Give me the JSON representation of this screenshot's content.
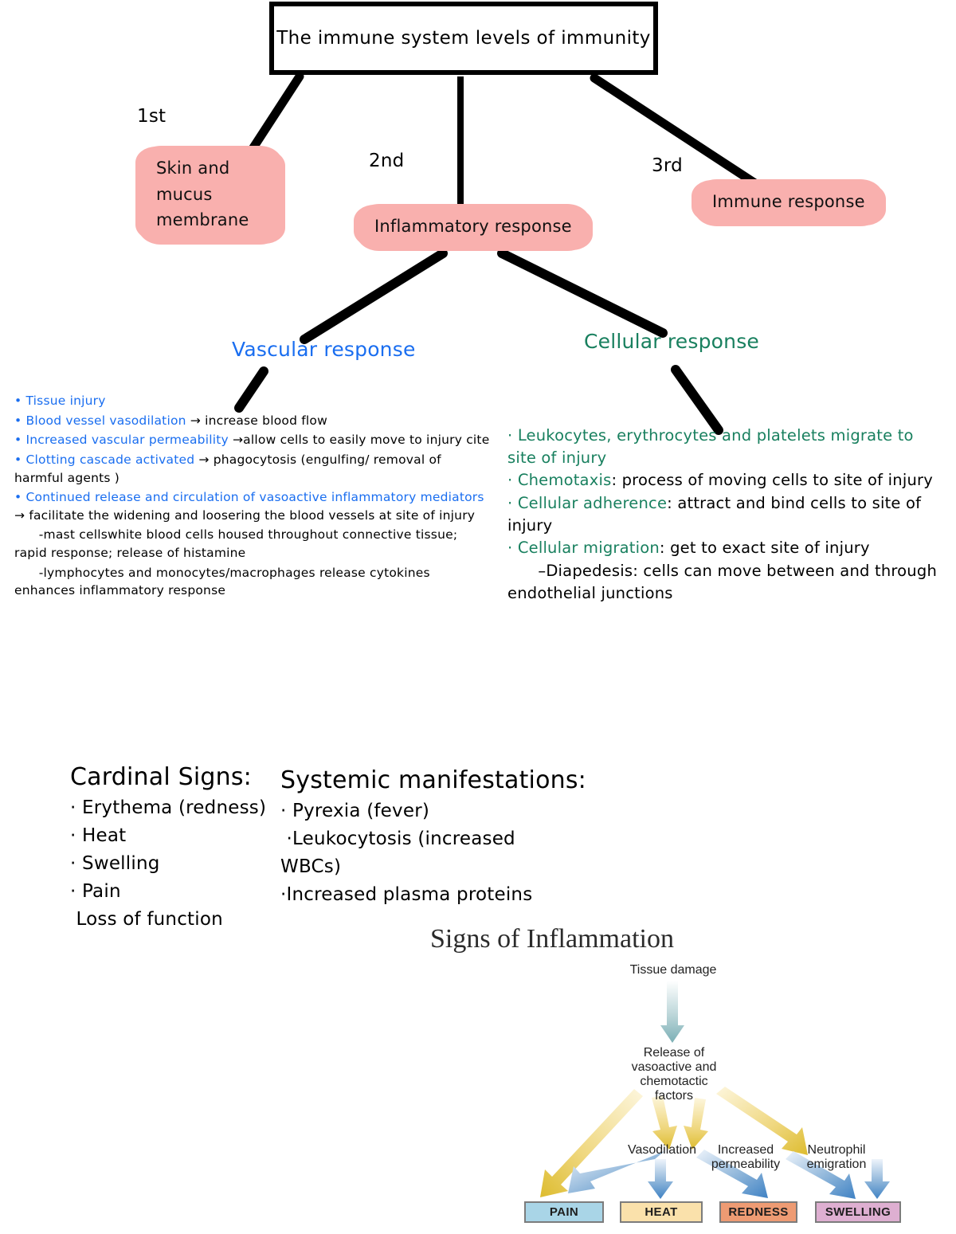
{
  "title": {
    "text": "The immune system levels of immunity"
  },
  "levels": [
    {
      "ordinal": "1st",
      "node": "Skin and mucus membrane"
    },
    {
      "ordinal": "2nd",
      "node": "Inflammatory response"
    },
    {
      "ordinal": "3rd",
      "node": "Immune response"
    }
  ],
  "branches": {
    "vascular": {
      "heading": "Vascular response",
      "color": "#1a6ef0",
      "lines": [
        {
          "bullet": "•",
          "accent": "Tissue injury",
          "rest": ""
        },
        {
          "bullet": "•",
          "accent": "Blood vessel vasodilation",
          "rest": " → increase blood flow"
        },
        {
          "bullet": "•",
          "accent": "Increased vascular permeability",
          "rest": " →allow cells to easily move to injury cite"
        },
        {
          "bullet": "•",
          "accent": "Clotting cascade activated",
          "rest": " → phagocytosis (engulfing/ removal of harmful agents )"
        },
        {
          "bullet": "•",
          "accent": "Continued release and circulation of vasoactive inflammatory mediators",
          "rest": " → facilitate the widening and loosering the blood vessels at site of injury"
        },
        {
          "bullet": "",
          "accent": "",
          "rest": "      -mast cellswhite blood cells housed throughout connective tissue; rapid response; release of histamine"
        },
        {
          "bullet": "",
          "accent": "",
          "rest": "      -lymphocytes and monocytes/macrophages release cytokines enhances inflammatory response"
        }
      ]
    },
    "cellular": {
      "heading": "Cellular response",
      "color": "#19805f",
      "lines": [
        {
          "bullet": "·",
          "accent": "Leukocytes, erythrocytes and platelets migrate to site of injury",
          "rest": ""
        },
        {
          "bullet": "·",
          "accent": "Chemotaxis",
          "rest": ": process of moving cells to site of injury"
        },
        {
          "bullet": "·",
          "accent": "Cellular adherence",
          "rest": ": attract and bind cells to site of injury"
        },
        {
          "bullet": "·",
          "accent": "Cellular migration",
          "rest": ": get to exact site of injury"
        },
        {
          "bullet": "",
          "accent": "",
          "rest": "      –Diapedesis: cells can move between and through endothelial junctions"
        }
      ]
    }
  },
  "cardinal_signs": {
    "title": "Cardinal Signs:",
    "items": [
      "· Erythema (redness)",
      "· Heat",
      "· Swelling",
      "· Pain",
      " Loss of function"
    ]
  },
  "systemic_manifestations": {
    "title": "Systemic manifestations:",
    "items": [
      "· Pyrexia (fever)",
      " ·Leukocytosis (increased WBCs)",
      "·Increased plasma proteins"
    ]
  },
  "signs_of_inflammation": {
    "heading": "Signs of Inflammation",
    "flow": {
      "top": "Tissue damage",
      "second": "Release of\nvasoactive and chemotactic\nfactors",
      "mediators": [
        "Vasodilation",
        "Increased\npermeability",
        "Neutrophil\nemigration"
      ],
      "results": [
        {
          "label": "PAIN",
          "color": "#a9d5e7"
        },
        {
          "label": "HEAT",
          "color": "#fae1ab"
        },
        {
          "label": "REDNESS",
          "color": "#ee9b73"
        },
        {
          "label": "SWELLING",
          "color": "#deafd1"
        }
      ],
      "arrow_colors": {
        "teal": "#7bafb5",
        "yellow": "#e3c341",
        "blue": "#3f82c4"
      }
    }
  },
  "palette": {
    "highlight_pink": "#f9b0ae",
    "vascular_blue": "#1a6ef0",
    "cellular_green": "#19805f",
    "ink_black": "#000000"
  }
}
